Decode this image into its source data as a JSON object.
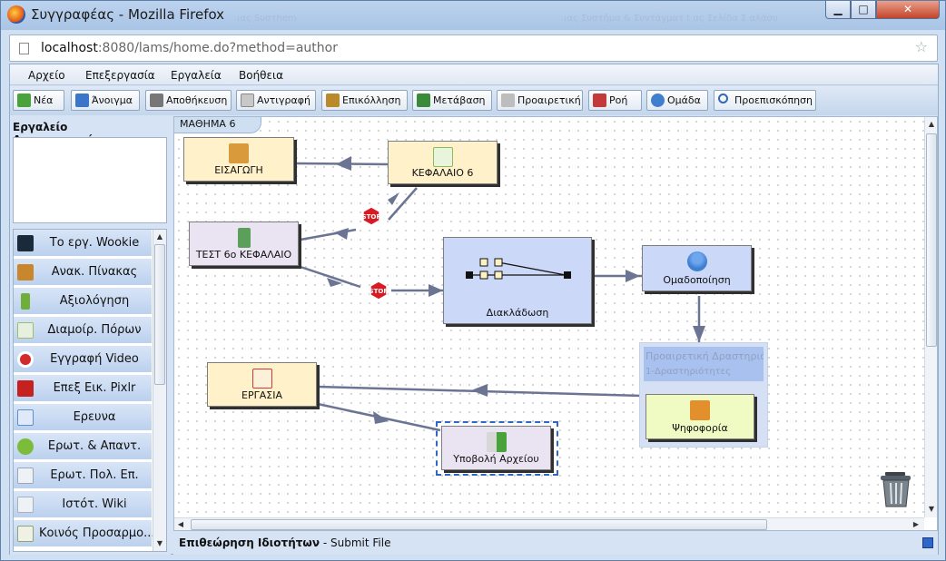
{
  "window": {
    "title": "Συγγραφέας - Mozilla Firefox",
    "ghost_text_left": "ιας Sυστhem",
    "ghost_text_right": "ιας Συστήμα & Συντάγματ t ας Σελίδα Σ αλάσυ"
  },
  "url": {
    "host": "localhost",
    "rest": ":8080/lams/home.do?method=author"
  },
  "menu": [
    "Αρχείο",
    "Επεξεργασία",
    "Εργαλεία",
    "Βοήθεια"
  ],
  "toolbar": [
    {
      "label": "Νέα",
      "icon": "new-icon",
      "color": "#4aa33a"
    },
    {
      "label": "Άνοιγμα",
      "icon": "open-folder-icon",
      "color": "#3c76c9"
    },
    {
      "label": "Αποθήκευση",
      "icon": "save-icon",
      "color": "#777777"
    },
    {
      "label": "Αντιγραφή",
      "icon": "copy-icon",
      "color": "#8a8a8a"
    },
    {
      "label": "Επικόλληση",
      "icon": "paste-icon",
      "color": "#b88a2c"
    },
    {
      "label": "Μετάβαση",
      "icon": "transition-pen-icon",
      "color": "#3b8a3b"
    },
    {
      "label": "Προαιρετική",
      "icon": "optional-icon",
      "color": "#8f8f8f"
    },
    {
      "label": "Ροή",
      "icon": "flow-icon",
      "color": "#c23a3a"
    },
    {
      "label": "Ομάδα",
      "icon": "group-icon",
      "color": "#3f7fd0"
    },
    {
      "label": "Προεπισκόπηση",
      "icon": "preview-magnifier-icon",
      "color": "#3566b8"
    }
  ],
  "left_panel": {
    "title": "Εργαλείο Δραστηριοτήτων",
    "tools": [
      {
        "label": "Το εργ. Wookie",
        "icon": "wookie-icon",
        "color": "#1b2a3a"
      },
      {
        "label": "Ανακ. Πίνακας",
        "icon": "notice-board-icon",
        "color": "#c8862d"
      },
      {
        "label": "Αξιολόγηση",
        "icon": "assessment-icon",
        "color": "#6fae3b"
      },
      {
        "label": "Διαμοίρ. Πόρων",
        "icon": "share-resources-icon",
        "color": "#9bbf6d"
      },
      {
        "label": "Εγγραφή Video",
        "icon": "video-record-icon",
        "color": "#d22b2b"
      },
      {
        "label": "Επεξ Εικ. Pixlr",
        "icon": "pixlr-icon",
        "color": "#c62121"
      },
      {
        "label": "Ερευνα",
        "icon": "survey-icon",
        "color": "#5b8fd6"
      },
      {
        "label": "Ερωτ. & Απαντ.",
        "icon": "qa-icon",
        "color": "#7dbb3a"
      },
      {
        "label": "Ερωτ. Πολ. Επ.",
        "icon": "mcq-icon",
        "color": "#9aa7b8"
      },
      {
        "label": "Ιστότ. Wiki",
        "icon": "wiki-icon",
        "color": "#a6b2c0"
      },
      {
        "label": "Κοινός Προσαρμο...",
        "icon": "common-cartridge-icon",
        "color": "#8ea56f"
      }
    ]
  },
  "canvas": {
    "tab": "ΜΑΘΗΜΑ 6",
    "activities": [
      {
        "id": "intro",
        "label": "ΕΙΣΑΓΩΓΗ",
        "icon": "notebook-icon",
        "color": "#d89a3a"
      },
      {
        "id": "chapter",
        "label": "ΚΕΦΑΛΑΙΟ 6",
        "icon": "resource-page-icon",
        "color": "#8dbb5a"
      },
      {
        "id": "test",
        "label": "ΤΕΣΤ 6ο ΚΕΦΑΛΑΙΟ",
        "icon": "assessment-icon",
        "color": "#5ba05a"
      },
      {
        "id": "branch",
        "label": "Διακλάδωση",
        "icon": "branching-icon",
        "color": "#000000"
      },
      {
        "id": "grouping",
        "label": "Ομαδοποίηση",
        "icon": "grouping-people-icon",
        "color": "#3f7fd0"
      },
      {
        "id": "vote",
        "label": "Ψηφοφορία",
        "icon": "vote-ballot-icon",
        "color": "#e3902c"
      },
      {
        "id": "task",
        "label": "ΕΡΓΑΣΙΑ",
        "icon": "task-checklist-icon",
        "color": "#d33a3a"
      },
      {
        "id": "submit",
        "label": "Υποβολή Αρχείου",
        "icon": "submit-file-icon",
        "color": "#4aa33a"
      }
    ],
    "optional": {
      "title": "Προαιρετική Δραστηριότ",
      "subtitle": "1-Δραστηριότητες"
    },
    "stop_label": "STOP"
  },
  "status": {
    "prefix": "Επιθεώρηση Ιδιοτήτων",
    "value": "Submit File"
  }
}
